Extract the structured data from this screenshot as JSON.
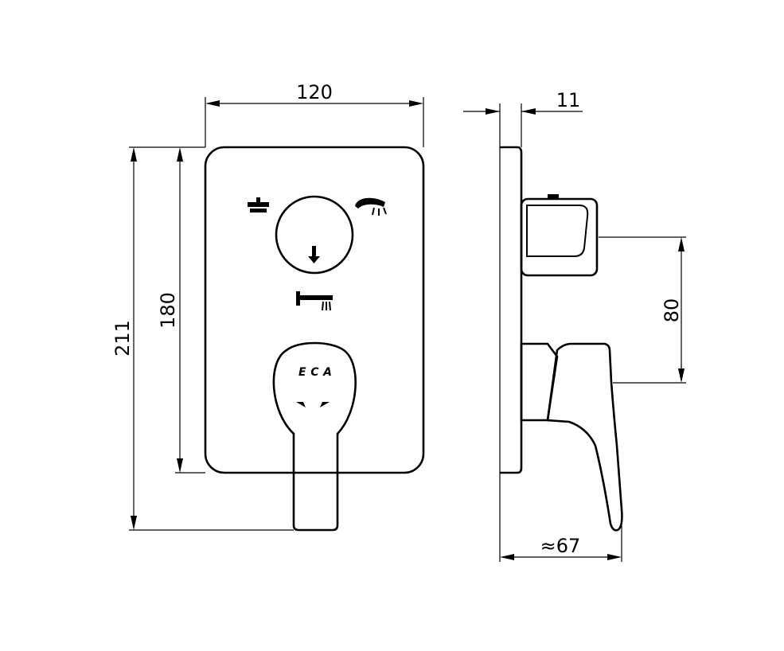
{
  "dimensions": {
    "plate_width": "120",
    "plate_depth": "11",
    "total_height": "211",
    "plate_height": "180",
    "handle_distance": "80",
    "total_depth": "≈67"
  },
  "icons": {
    "shower_head": "overhead-shower-icon",
    "hand_shower": "hand-shower-icon",
    "spout": "bath-spout-icon",
    "arrow": "down-arrow-icon",
    "logo": "brand-logo-icon"
  },
  "logo_text": "ECA"
}
